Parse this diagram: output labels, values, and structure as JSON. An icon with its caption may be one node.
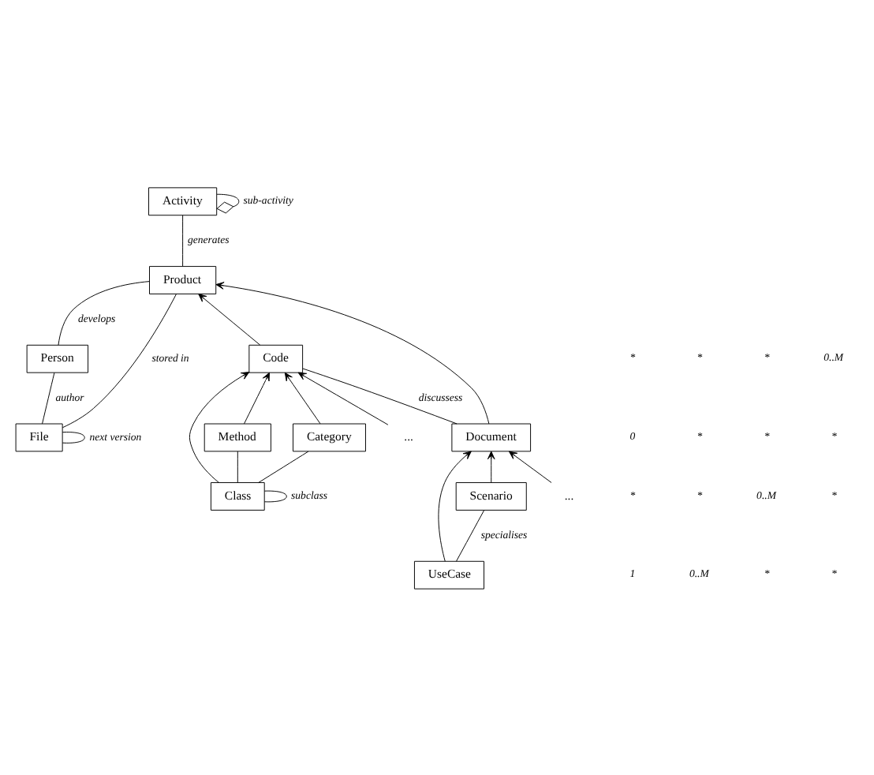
{
  "diagram": {
    "nodes": [
      {
        "text": [
          "Person"
        ]
      },
      {
        "text": [
          "File"
        ]
      },
      {
        "text": [
          "Product"
        ]
      },
      {
        "text": [
          "Activity"
        ]
      },
      {
        "text": [
          "Document"
        ]
      },
      {
        "text": [
          "Code"
        ]
      },
      {
        "text": [
          "UseCase"
        ]
      },
      {
        "text": [
          "Scenario"
        ]
      },
      {
        "text": [
          "Class"
        ]
      },
      {
        "text": [
          "Method"
        ]
      },
      {
        "text": [
          "Category"
        ]
      },
      {
        "text": [
          "..."
        ]
      },
      {
        "text": [
          "..."
        ]
      }
    ],
    "edges": [
      {
        "from": 1,
        "to": 1,
        "arrow": "none",
        "label": "next version"
      },
      {
        "from": 1,
        "to": 0,
        "arrow": "none",
        "label": "author"
      },
      {
        "from": 0,
        "to": 2,
        "arrow": "none",
        "label": "develops"
      },
      {
        "from": 1,
        "to": 2,
        "arrow": "none",
        "label": "stored in"
      },
      {
        "from": 2,
        "to": 3,
        "arrow": "none",
        "label": "generates"
      },
      {
        "from": 3,
        "to": 3,
        "arrow": "other",
        "label": "sub-activity"
      },
      {
        "from": 4,
        "to": 2,
        "arrow": "to"
      },
      {
        "from": 5,
        "to": 2,
        "arrow": "to"
      },
      {
        "from": 4,
        "to": 5,
        "arrow": "none",
        "label": "discussess"
      },
      {
        "from": 11,
        "to": 4,
        "arrow": "to"
      },
      {
        "from": 7,
        "to": 4,
        "arrow": "to"
      },
      {
        "from": 6,
        "to": 4,
        "arrow": "to"
      },
      {
        "from": 6,
        "to": 7,
        "arrow": "none",
        "label": "specialises"
      },
      {
        "from": 8,
        "to": 5,
        "arrow": "to"
      },
      {
        "from": 9,
        "to": 5,
        "arrow": "to"
      },
      {
        "from": 10,
        "to": 5,
        "arrow": "to"
      },
      {
        "from": 12,
        "to": 5,
        "arrow": "to"
      },
      {
        "from": 8,
        "to": 8,
        "arrow": "none",
        "label": "subclass"
      },
      {
        "from": 8,
        "to": 9,
        "arrow": "none"
      },
      {
        "from": 8,
        "to": 10,
        "arrow": "none"
      }
    ],
    "labels": [
      "1",
      "*",
      "0",
      "*",
      "0..M",
      "*",
      "*",
      "*",
      "*",
      "0..M",
      "*",
      "*",
      "*",
      "*",
      "*",
      "0..M"
    ]
  }
}
